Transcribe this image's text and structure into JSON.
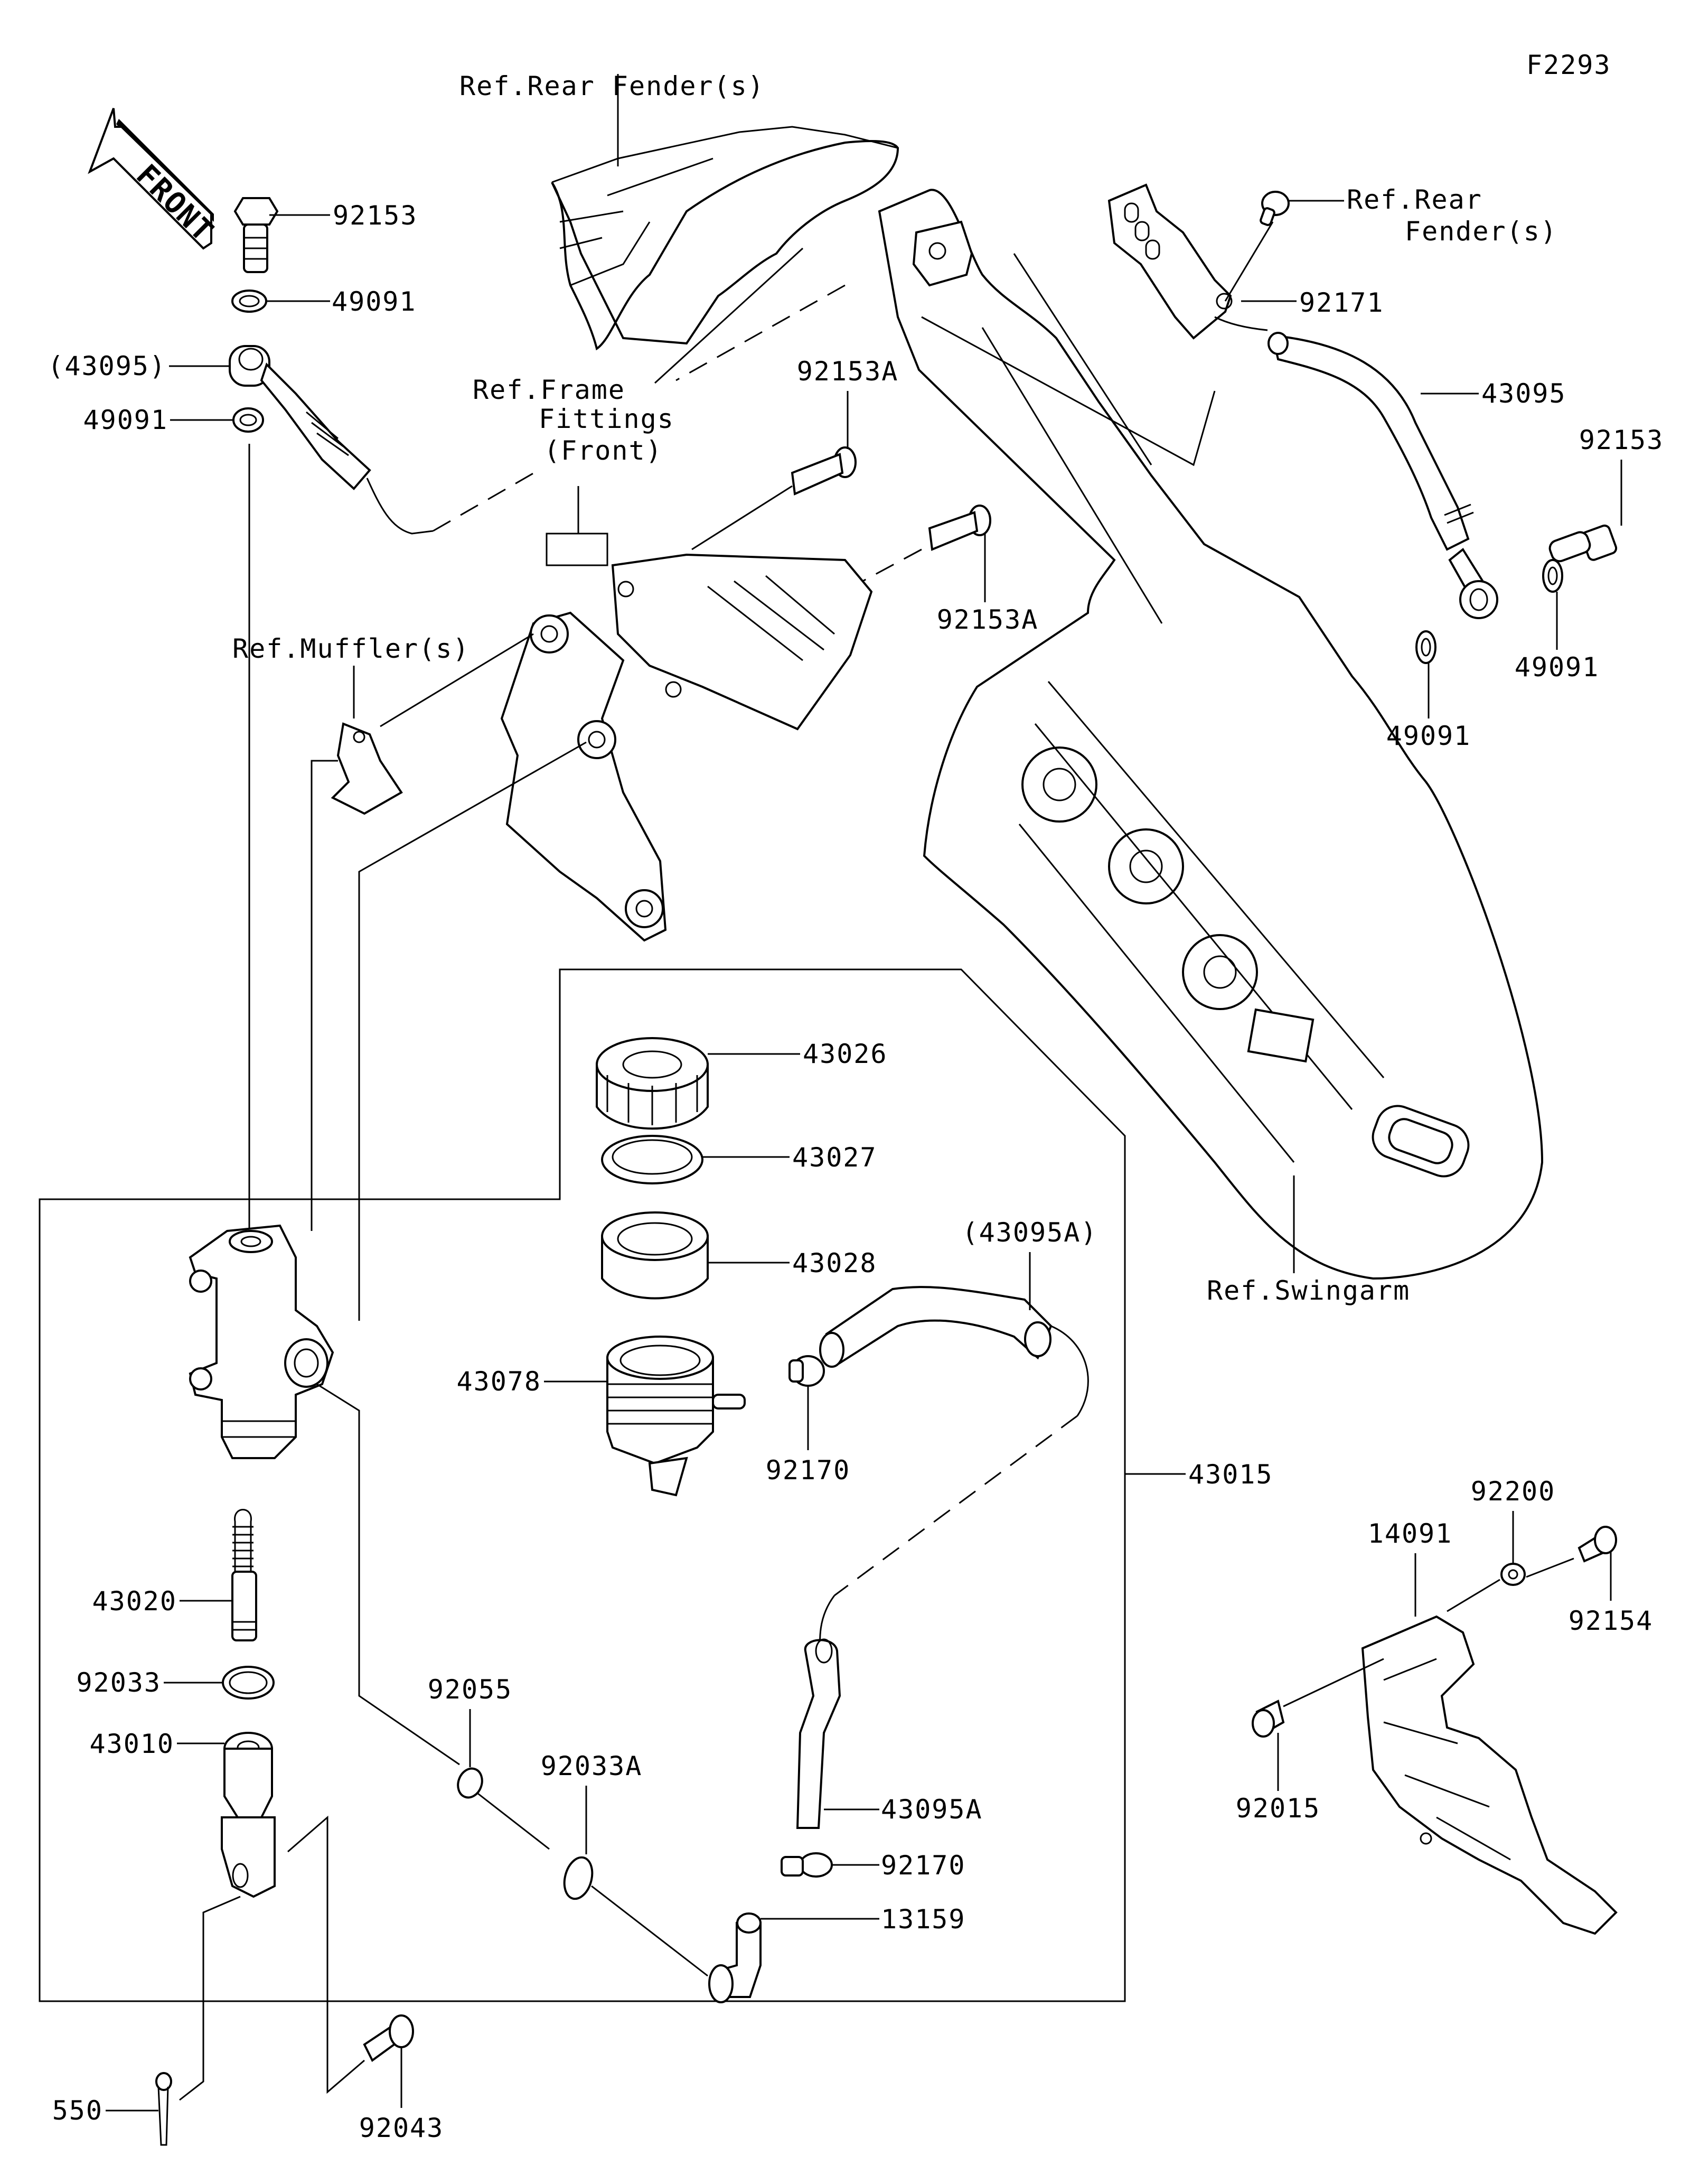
{
  "figure_code": "F2293",
  "front_arrow": "FRONT",
  "labels": {
    "ref_rear_fender_top": "Ref.Rear Fender(s)",
    "ref_rear_fender_right_1": "Ref.Rear",
    "ref_rear_fender_right_2": "Fender(s)",
    "ref_frame_1": "Ref.Frame",
    "ref_frame_2": "Fittings",
    "ref_frame_3": "(Front)",
    "ref_muffler": "Ref.Muffler(s)",
    "ref_swingarm": "Ref.Swingarm"
  },
  "parts": {
    "p92153_left": "92153",
    "p49091_top": "49091",
    "p43095_paren": "(43095)",
    "p49091_left": "49091",
    "p92153A_top": "92153A",
    "p92153A_mid": "92153A",
    "p92171": "92171",
    "p43095": "43095",
    "p92153_right": "92153",
    "p49091_right": "49091",
    "p49091_lower": "49091",
    "p43026": "43026",
    "p43027": "43027",
    "p43028": "43028",
    "p43095A_paren": "(43095A)",
    "p43078": "43078",
    "p92170_top": "92170",
    "p43015": "43015",
    "p43020": "43020",
    "p92033": "92033",
    "p43010": "43010",
    "p92055": "92055",
    "p92033A": "92033A",
    "p43095A": "43095A",
    "p92170_bottom": "92170",
    "p13159": "13159",
    "p550": "550",
    "p92043": "92043",
    "p14091": "14091",
    "p92200": "92200",
    "p92154": "92154",
    "p92015": "92015"
  }
}
